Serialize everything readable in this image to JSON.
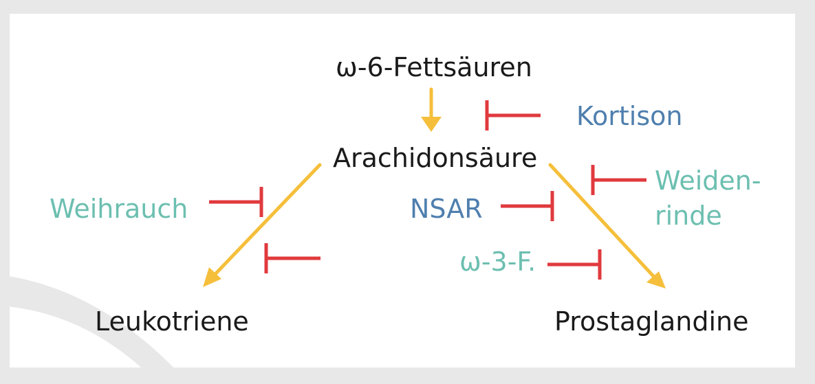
{
  "nodes": {
    "omega6": "ω-6-Fettsäuren",
    "arachidonic": "Arachidonsäure",
    "leukotrienes": "Leukotriene",
    "prostaglandins": "Prostaglandine"
  },
  "inhibitors": {
    "cortisone": "Kortison",
    "frankincense": "Weihrauch",
    "nsaid": "NSAR",
    "willow_line1": "Weiden-",
    "willow_line2": "rinde",
    "omega3": "ω-3-F."
  },
  "colors": {
    "activation_arrow": "#f5bf3b",
    "inhibition_bar": "#e03a3e",
    "blue_label": "#4f7fae",
    "teal_label": "#6cbfb0",
    "node_text": "#1a1a1a"
  }
}
